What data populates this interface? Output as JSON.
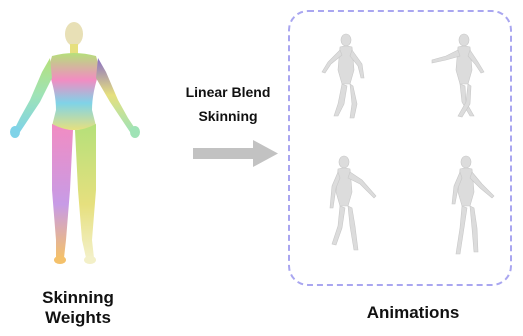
{
  "method": {
    "line1": "Linear Blend",
    "line2": "Skinning"
  },
  "left_caption": {
    "line1": "Skinning",
    "line2": "Weights"
  },
  "right_caption": "Animations",
  "colors": {
    "arrow": "#c2c2c2",
    "dashed_border": "#a9a6f0",
    "mesh_gray": "#dcdcdc",
    "weight_colors": [
      "#7fd3e8",
      "#f28cc2",
      "#b5e07a",
      "#8a6fc7",
      "#f4c16b",
      "#9fe3b6",
      "#e6e07e",
      "#c79be6"
    ]
  }
}
